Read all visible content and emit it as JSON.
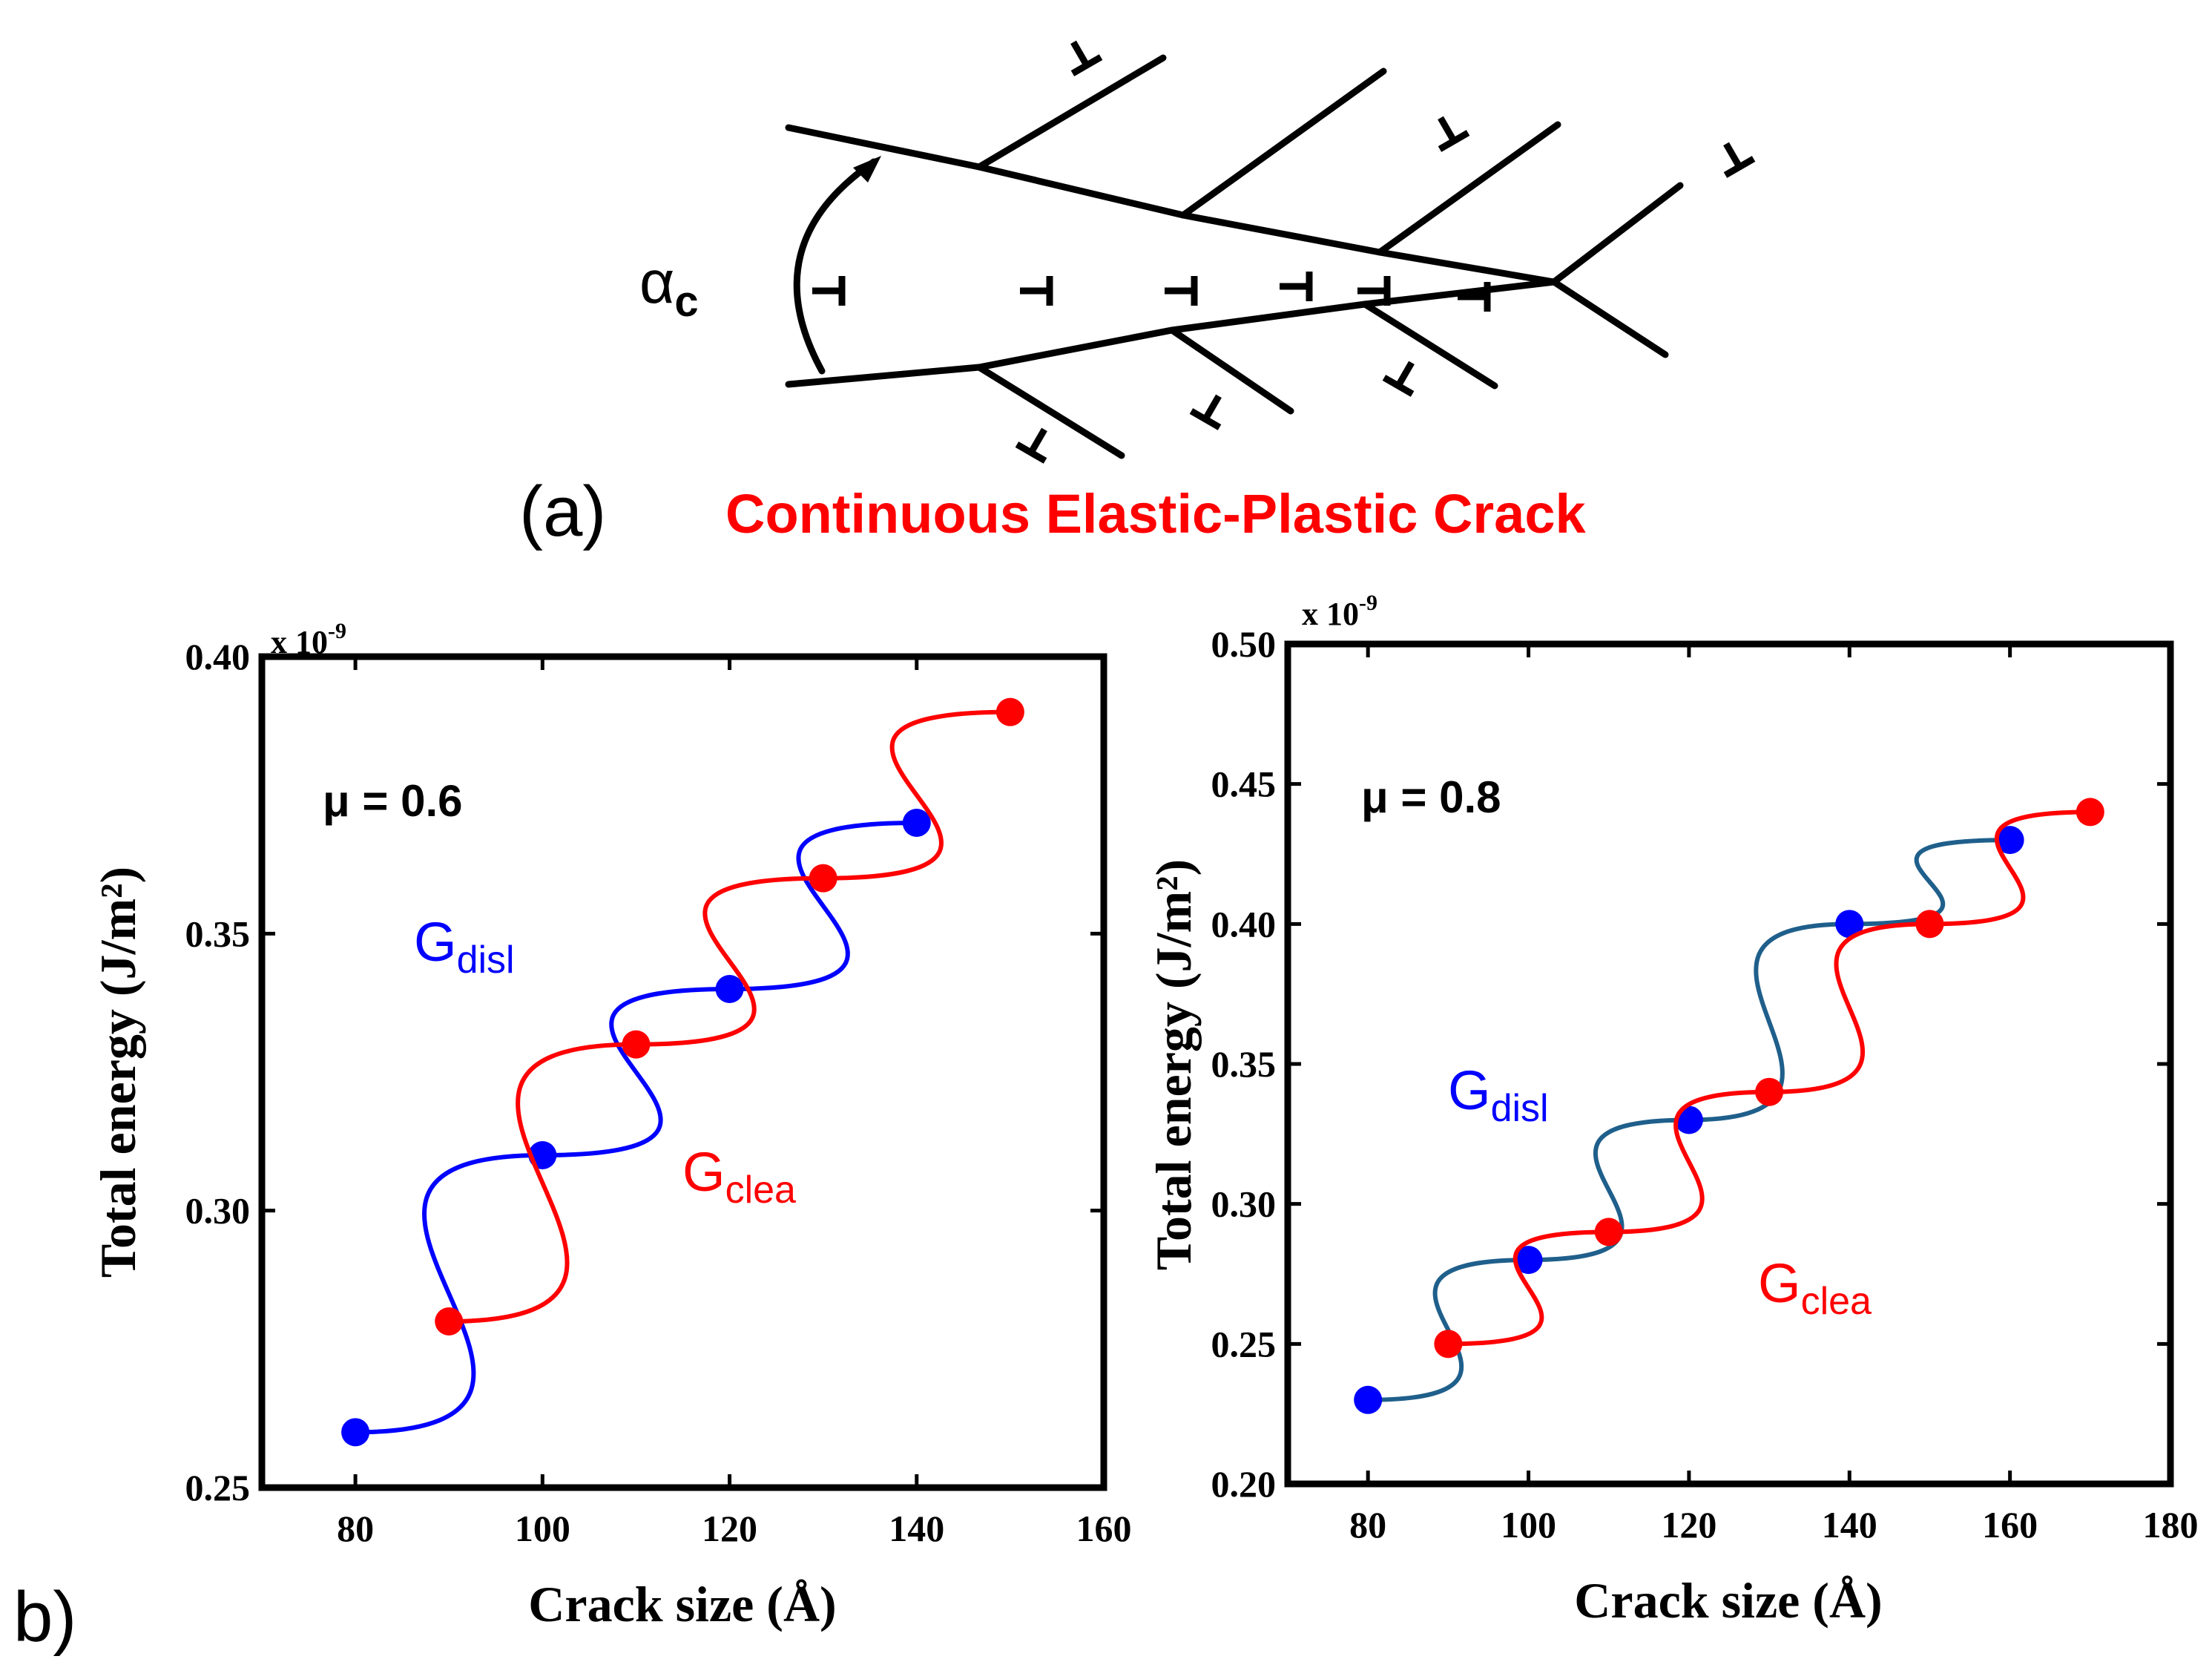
{
  "diagram": {
    "panel_label": "(a)",
    "title": "Continuous Elastic-Plastic Crack",
    "angle_symbol": "α",
    "angle_subscript": "c",
    "title_color": "#ff0000"
  },
  "panel_b_label": "b)",
  "colors": {
    "red": "#ff0000",
    "blue": "#0000ff",
    "steel": "#1f5f8b"
  },
  "chart_data": [
    {
      "type": "line",
      "annotation": "μ = 0.6",
      "xlabel": "Crack size (Å)",
      "ylabel": "Total energy (J/m²)",
      "exponent": "x 10",
      "exponent_power": "-9",
      "xlim": [
        70,
        160
      ],
      "ylim": [
        0.25,
        0.4
      ],
      "xticks": [
        "80",
        "100",
        "120",
        "140",
        "160"
      ],
      "yticks": [
        "0.25",
        "0.30",
        "0.35",
        "0.40"
      ],
      "series": [
        {
          "name": "G",
          "subscript": "disl",
          "color": "#0000ff",
          "x": [
            80,
            100,
            120,
            140
          ],
          "y": [
            0.26,
            0.31,
            0.34,
            0.37
          ]
        },
        {
          "name": "G",
          "subscript": "clea",
          "color": "#ff0000",
          "x": [
            90,
            110,
            130,
            150
          ],
          "y": [
            0.28,
            0.33,
            0.36,
            0.39
          ]
        }
      ]
    },
    {
      "type": "line",
      "annotation": "μ = 0.8",
      "xlabel": "Crack size (Å)",
      "ylabel": "Total energy (J/m²)",
      "exponent": "x 10",
      "exponent_power": "-9",
      "xlim": [
        70,
        180
      ],
      "ylim": [
        0.2,
        0.5
      ],
      "xticks": [
        "80",
        "100",
        "120",
        "140",
        "160",
        "180"
      ],
      "yticks": [
        "0.20",
        "0.25",
        "0.30",
        "0.35",
        "0.40",
        "0.45",
        "0.50"
      ],
      "series": [
        {
          "name": "G",
          "subscript": "disl",
          "color": "#0000ff",
          "x": [
            80,
            100,
            120,
            140,
            160
          ],
          "y": [
            0.23,
            0.28,
            0.33,
            0.4,
            0.43
          ]
        },
        {
          "name": "G",
          "subscript": "clea",
          "color": "#ff0000",
          "x": [
            90,
            110,
            130,
            150,
            170
          ],
          "y": [
            0.25,
            0.29,
            0.34,
            0.4,
            0.44
          ]
        }
      ]
    }
  ]
}
